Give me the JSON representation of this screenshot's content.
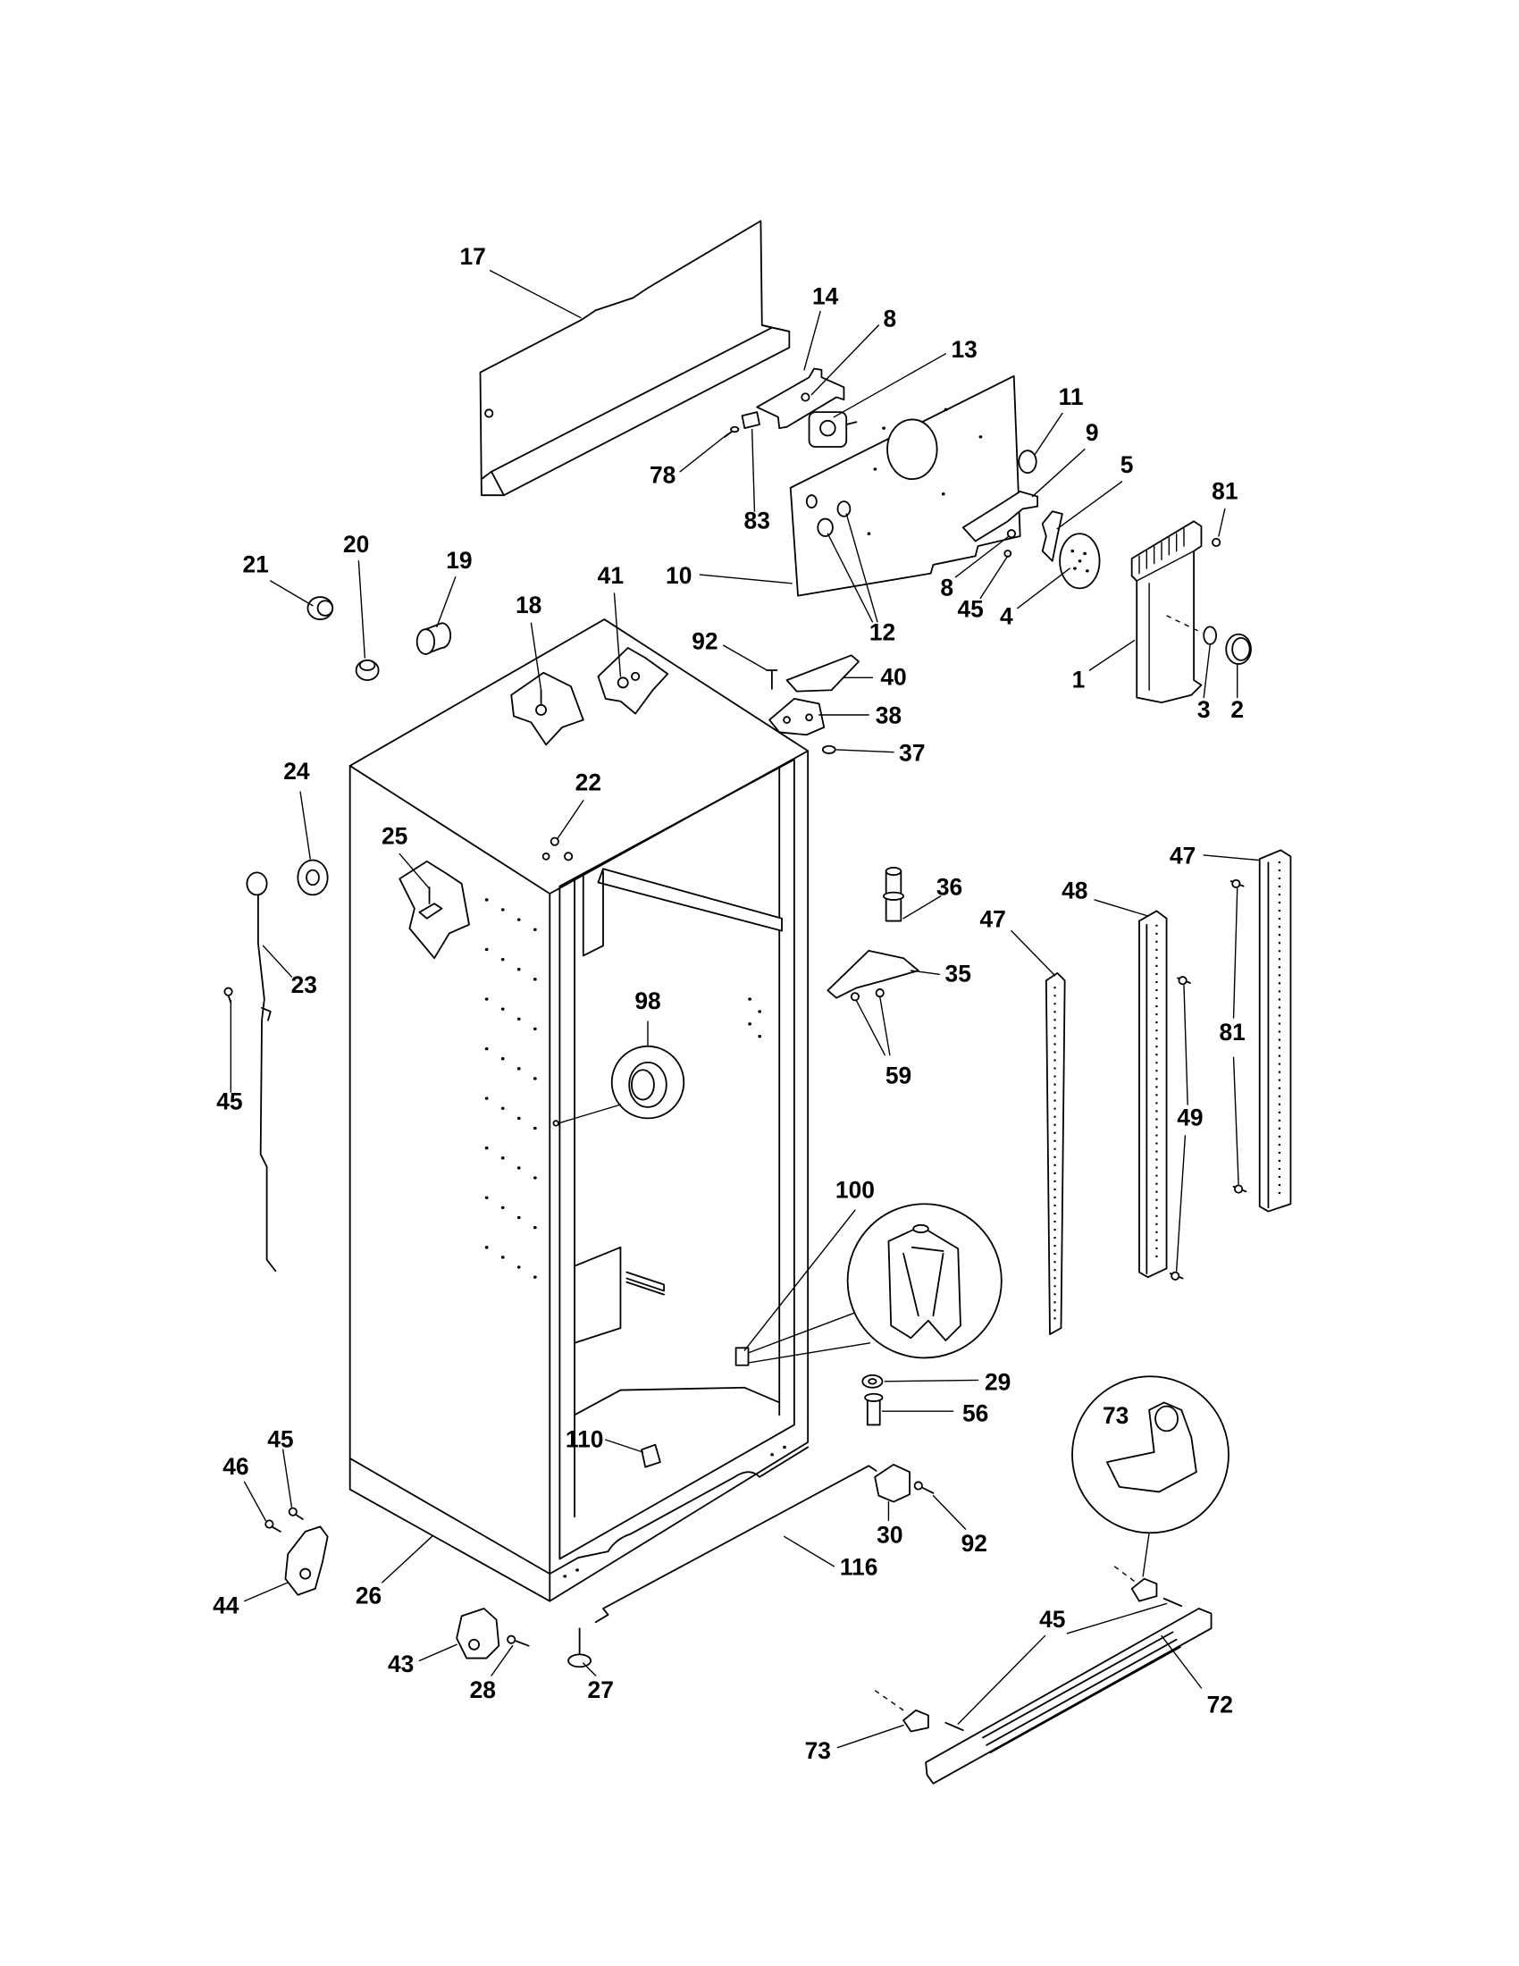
{
  "diagram": {
    "callouts": [
      "17",
      "14",
      "8",
      "13",
      "11",
      "9",
      "5",
      "81",
      "78",
      "83",
      "10",
      "12",
      "8",
      "45",
      "4",
      "1",
      "3",
      "2",
      "21",
      "20",
      "19",
      "18",
      "41",
      "92",
      "40",
      "38",
      "37",
      "24",
      "22",
      "25",
      "23",
      "45",
      "36",
      "47",
      "48",
      "47",
      "81",
      "35",
      "59",
      "98",
      "49",
      "100",
      "29",
      "56",
      "73",
      "110",
      "30",
      "92",
      "116",
      "45",
      "46",
      "44",
      "26",
      "43",
      "28",
      "27",
      "45",
      "72",
      "73"
    ]
  }
}
